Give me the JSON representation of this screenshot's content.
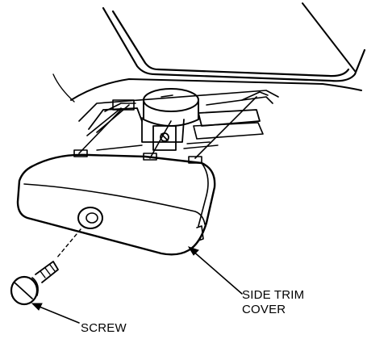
{
  "labels": {
    "side_trim_cover_line1": "SIDE TRIM",
    "side_trim_cover_line2": "COVER",
    "screw": "SCREW"
  },
  "colors": {
    "ink": "#000000",
    "paper": "#ffffff"
  }
}
